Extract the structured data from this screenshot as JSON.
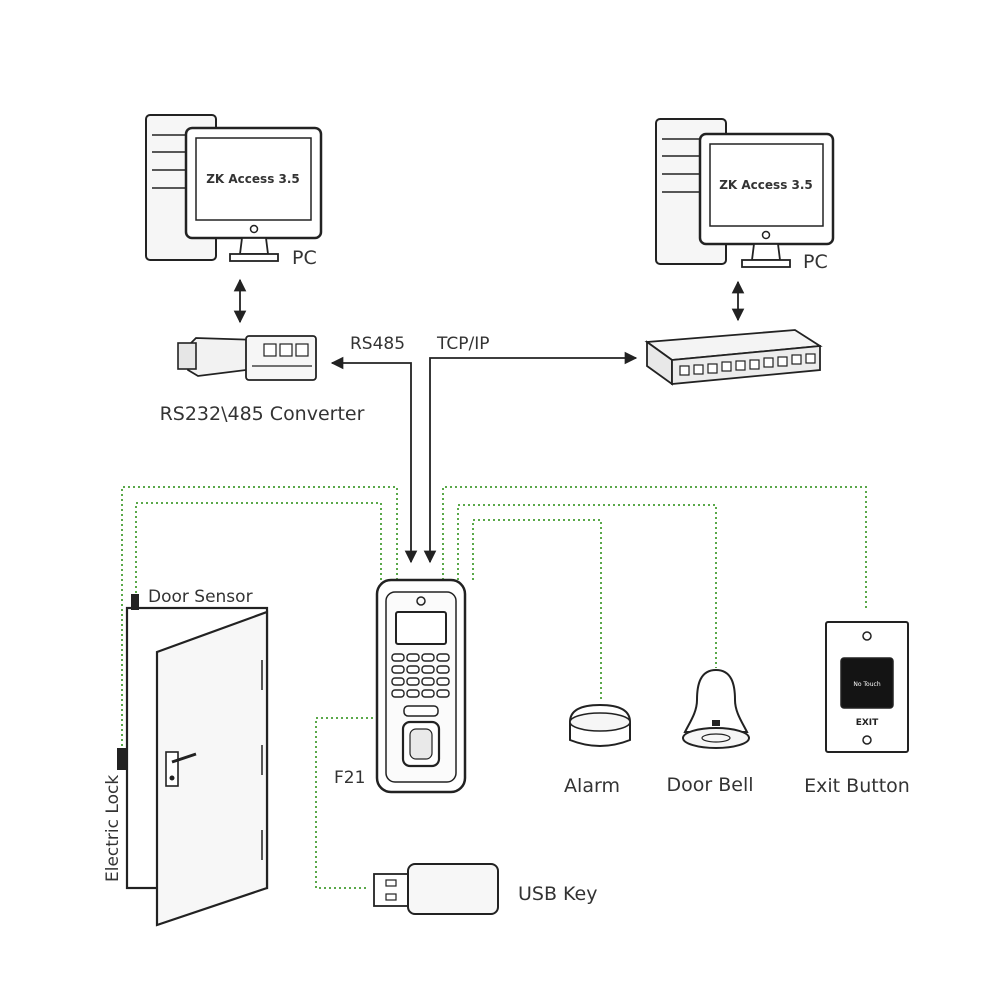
{
  "pc_left": {
    "screen_text": "ZK Access 3.5",
    "label": "PC"
  },
  "pc_right": {
    "screen_text": "ZK Access 3.5",
    "label": "PC"
  },
  "converter": {
    "label": "RS232\\485 Converter"
  },
  "links": {
    "rs485": "RS485",
    "tcpip": "TCP/IP"
  },
  "device": {
    "label": "F21"
  },
  "door_sensor": {
    "label": "Door Sensor"
  },
  "electric_lock": {
    "label": "Electric Lock"
  },
  "alarm": {
    "label": "Alarm"
  },
  "door_bell": {
    "label": "Door Bell"
  },
  "exit_button": {
    "label": "Exit Button",
    "face_text": "No Touch",
    "plate_text": "EXIT"
  },
  "usb_key": {
    "label": "USB Key"
  },
  "colors": {
    "line": "#222222",
    "dotted_wire": "#5aa84a"
  }
}
